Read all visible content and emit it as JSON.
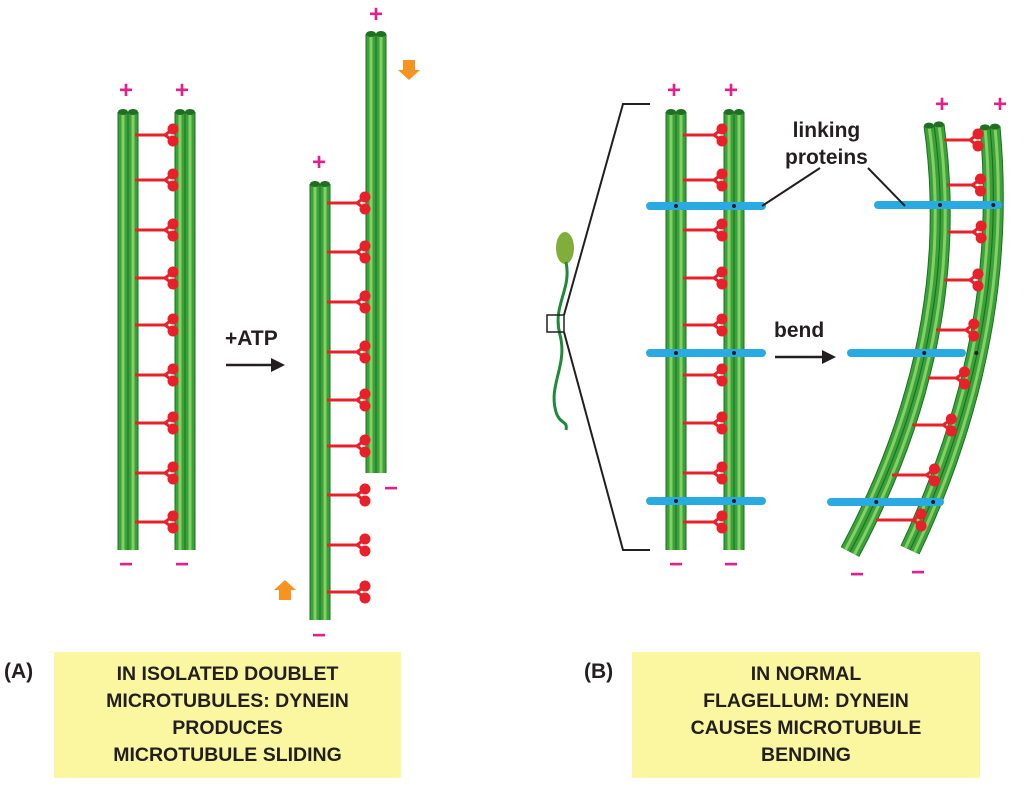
{
  "panels": {
    "a": {
      "label": "(A)",
      "caption_lines": [
        "IN ISOLATED DOUBLET",
        "MICROTUBULES: DYNEIN",
        "PRODUCES",
        "MICROTUBULE SLIDING"
      ],
      "arrow_label": "+ATP"
    },
    "b": {
      "label": "(B)",
      "caption_lines": [
        "IN NORMAL",
        "FLAGELLUM: DYNEIN",
        "CAUSES MICROTUBULE",
        "BENDING"
      ],
      "arrow_label": "bend",
      "callout_lines": [
        "linking",
        "proteins"
      ]
    }
  },
  "polarity": {
    "plus": "+",
    "minus": "−"
  },
  "colors": {
    "microtubule": "#3aa23a",
    "microtubule_highlight": "#8fd46a",
    "microtubule_dark": "#1f6e22",
    "dynein": "#e8202a",
    "linker": "#29abe2",
    "polarity_plus": "#e0218a",
    "polarity_minus": "#e0218a",
    "caption_bg": "#fbf7a0",
    "movement_arrow": "#f7931e",
    "sperm_head": "#7fae3a"
  }
}
